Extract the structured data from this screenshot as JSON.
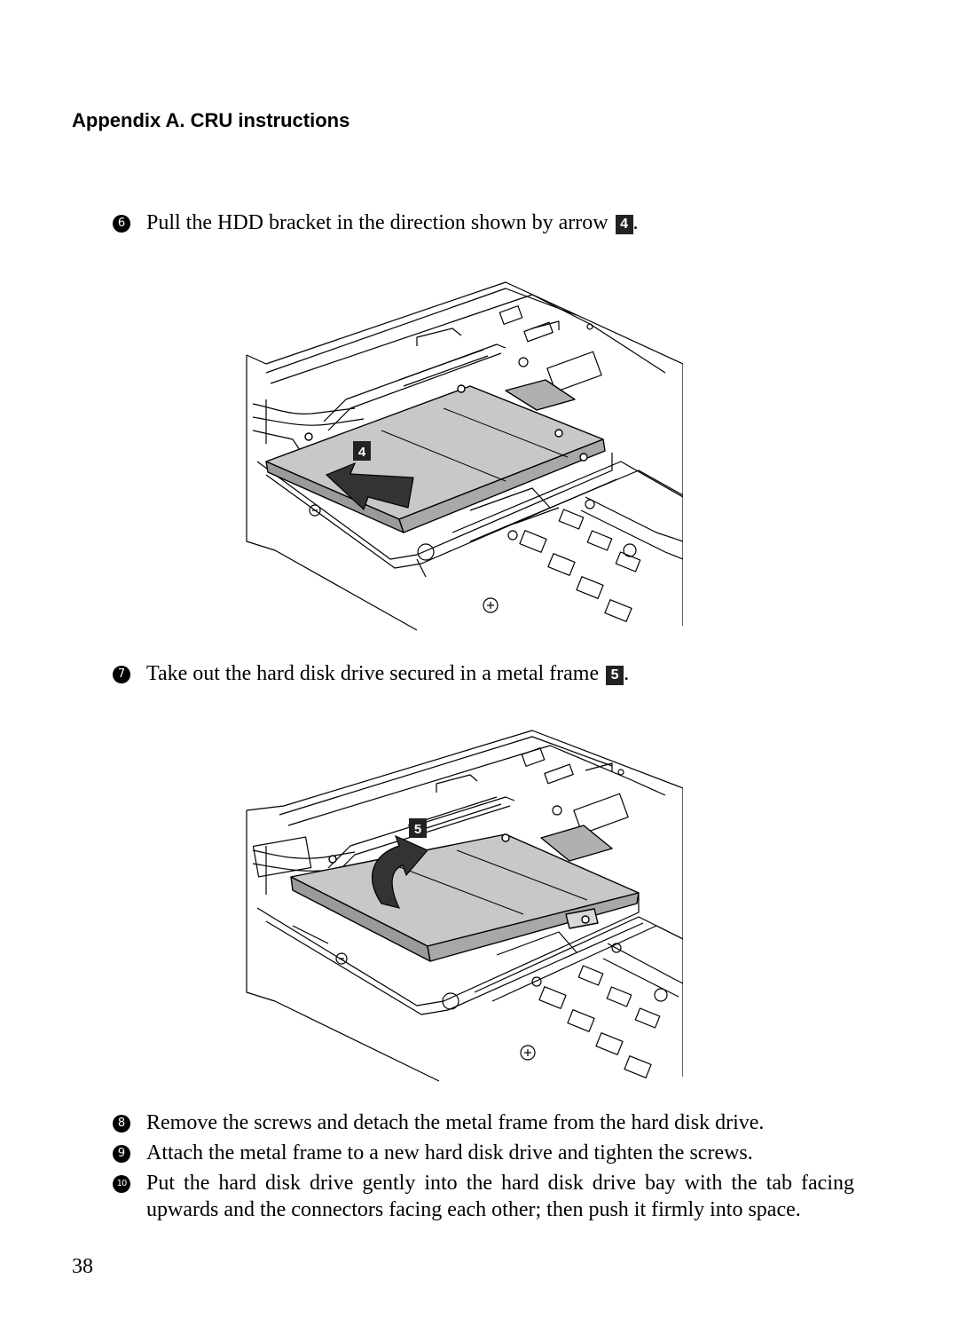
{
  "header": {
    "title": "Appendix A. CRU instructions"
  },
  "steps": [
    {
      "number": "6",
      "text": "Pull the HDD bracket in the direction shown by arrow",
      "callout": "4",
      "suffix": "."
    },
    {
      "number": "7",
      "text": "Take out the hard disk drive secured in a metal frame",
      "callout": "5",
      "suffix": "."
    },
    {
      "number": "8",
      "text": "Remove the screws and detach the metal frame from the hard disk drive."
    },
    {
      "number": "9",
      "text": "Attach the metal frame to a new hard disk drive and tighten the screws."
    },
    {
      "number": "10",
      "text": "Put the hard disk drive gently into the hard disk drive bay with the tab facing upwards and the connectors facing each other; then push it firmly into space."
    }
  ],
  "figures": [
    {
      "callout": "4",
      "arrow": "left"
    },
    {
      "callout": "5",
      "arrow": "up"
    }
  ],
  "page": {
    "number": "38"
  }
}
